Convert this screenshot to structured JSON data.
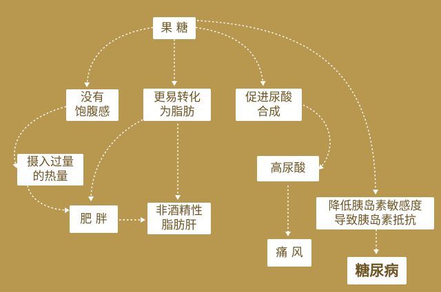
{
  "colors": {
    "background": "#b8984e",
    "node_fill": "#ffffff",
    "node_text": "#6e5420",
    "arrow": "#ffffff"
  },
  "nodes": {
    "fructose": "果 糖",
    "no_satiety": "没有\n饱腹感",
    "fat_conversion": "更易转化\n为脂肪",
    "uric_acid_synthesis": "促进尿酸\n合成",
    "excess_calories": "摄入过量\n的热量",
    "high_uric_acid": "高尿酸",
    "insulin_resistance": "降低胰岛素敏感度\n导致胰岛素抵抗",
    "obesity": "肥 胖",
    "fatty_liver": "非酒精性\n脂肪肝",
    "gout": "痛 风",
    "diabetes": "糖尿病"
  }
}
